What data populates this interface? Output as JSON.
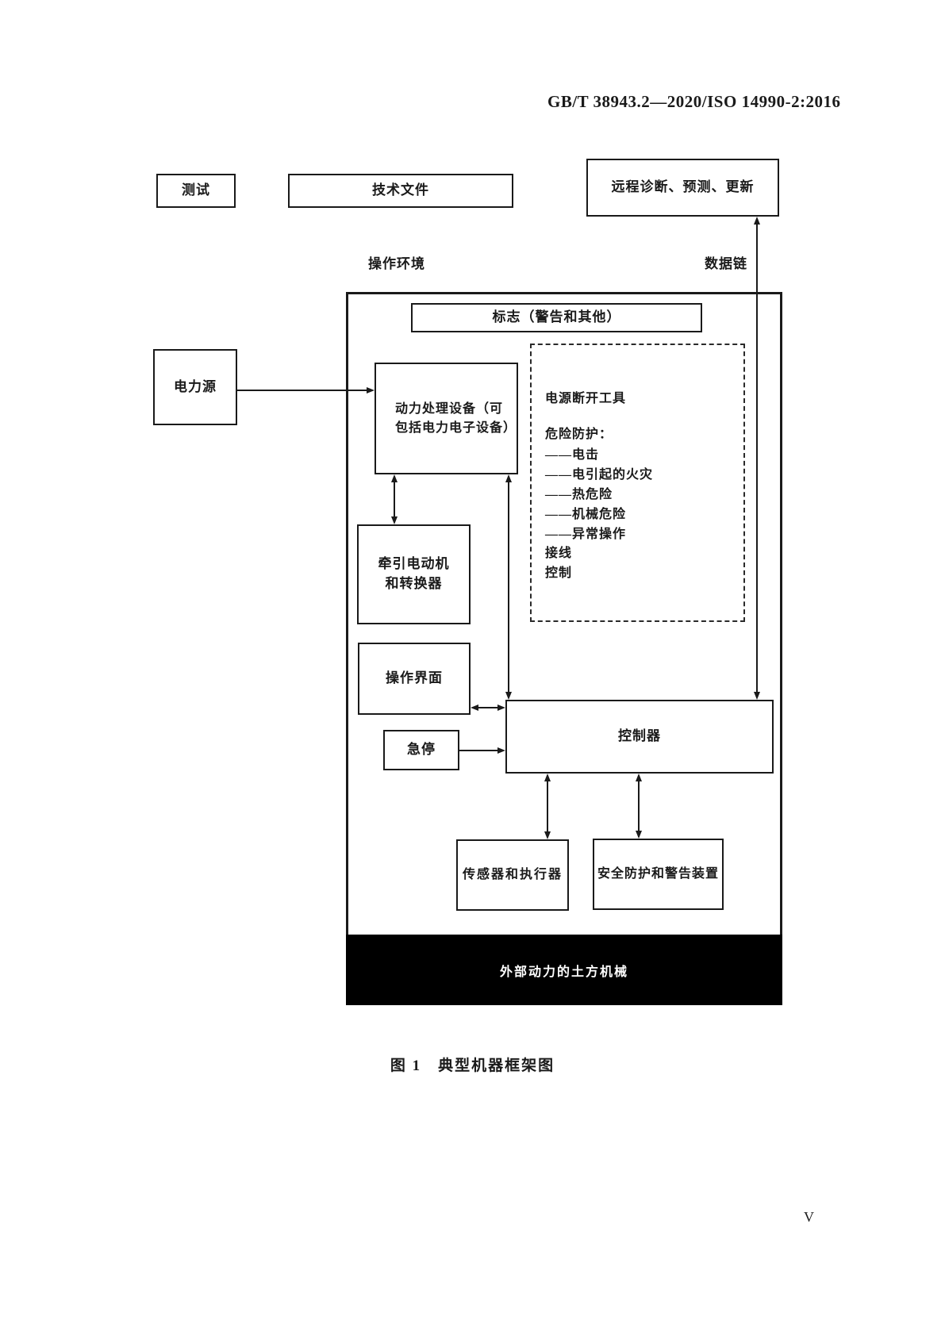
{
  "page": {
    "header": "GB/T 38943.2—2020/ISO 14990-2:2016",
    "figure_caption": "图 1　典型机器框架图",
    "page_number": "V"
  },
  "diagram": {
    "labels": {
      "operating_environment": "操作环境",
      "data_link": "数据链"
    },
    "boxes": {
      "test": "测试",
      "technical_documents": "技术文件",
      "remote_diagnostics": "远程诊断、预测、更新",
      "signs": "标志（警告和其他）",
      "power_source": "电力源",
      "power_processing": "动力处理设备（可\n包括电力电子设备）",
      "traction_motor": "牵引电动机\n和转换器",
      "operator_interface": "操作界面",
      "emergency_stop": "急停",
      "controller": "控制器",
      "sensors_actuators": "传感器和执行器",
      "safety_warning": "安全防护和警告装置",
      "machine_bar": "外部动力的土方机械"
    },
    "dashed_box": {
      "title": "电源断开工具",
      "subtitle": "危险防护：",
      "items": [
        "——电击",
        "——电引起的火灾",
        "——热危险",
        "——机械危险",
        "——异常操作"
      ],
      "extra": [
        "接线",
        "控制"
      ]
    }
  },
  "colors": {
    "line": "#1a1a1a",
    "machine_bar_bg": "#000000",
    "machine_bar_text": "#ffffff"
  }
}
